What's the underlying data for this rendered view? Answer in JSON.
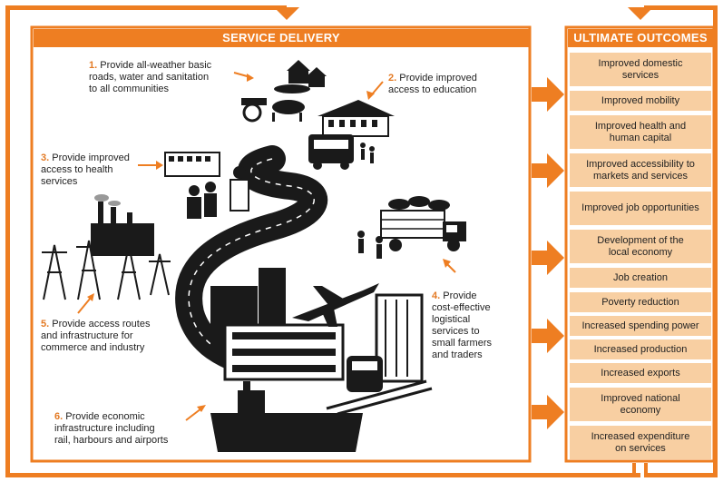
{
  "colors": {
    "accent": "#ee7e22",
    "outcome_fill": "#f8cfa2",
    "illustration": "#1a1a1a"
  },
  "service_delivery": {
    "title": "SERVICE DELIVERY",
    "steps": [
      {
        "num": "1.",
        "lines": [
          "Provide all-weather basic",
          "roads, water and sanitation",
          "to all communities"
        ]
      },
      {
        "num": "2.",
        "lines": [
          "Provide improved",
          "access to education"
        ]
      },
      {
        "num": "3.",
        "lines": [
          "Provide improved",
          "access to health",
          "services"
        ]
      },
      {
        "num": "4.",
        "lines": [
          "Provide",
          "cost-effective",
          "logistical",
          "services to",
          "small farmers",
          "and traders"
        ]
      },
      {
        "num": "5.",
        "lines": [
          "Provide access routes",
          "and infrastructure for",
          "commerce and industry"
        ]
      },
      {
        "num": "6.",
        "lines": [
          "Provide economic",
          "infrastructure including",
          "rail, harbours and airports"
        ]
      }
    ]
  },
  "ultimate_outcomes": {
    "title": "ULTIMATE OUTCOMES",
    "items": [
      {
        "lines": [
          "Improved domestic",
          "services"
        ]
      },
      {
        "lines": [
          "Improved mobility"
        ]
      },
      {
        "lines": [
          "Improved health and",
          "human capital"
        ]
      },
      {
        "lines": [
          "Improved accessibility to",
          "markets and services"
        ]
      },
      {
        "lines": [
          "Improved job opportunities"
        ]
      },
      {
        "lines": [
          "Development of the",
          "local economy"
        ]
      },
      {
        "lines": [
          "Job creation"
        ]
      },
      {
        "lines": [
          "Poverty reduction"
        ]
      },
      {
        "lines": [
          "Increased spending power"
        ]
      },
      {
        "lines": [
          "Increased production"
        ]
      },
      {
        "lines": [
          "Increased exports"
        ]
      },
      {
        "lines": [
          "Improved national",
          "economy"
        ]
      },
      {
        "lines": [
          "Increased expenditure",
          "on services"
        ]
      }
    ]
  },
  "illustration_icons": [
    "houses-icon",
    "ox-cart-icon",
    "school-icon",
    "bus-icon",
    "hospital-icon",
    "doctor-icon",
    "winding-road-icon",
    "truck-icon",
    "cattle-icon",
    "factory-icon",
    "power-pylon-icon",
    "airplane-icon",
    "buildings-icon",
    "train-icon",
    "ship-icon"
  ]
}
